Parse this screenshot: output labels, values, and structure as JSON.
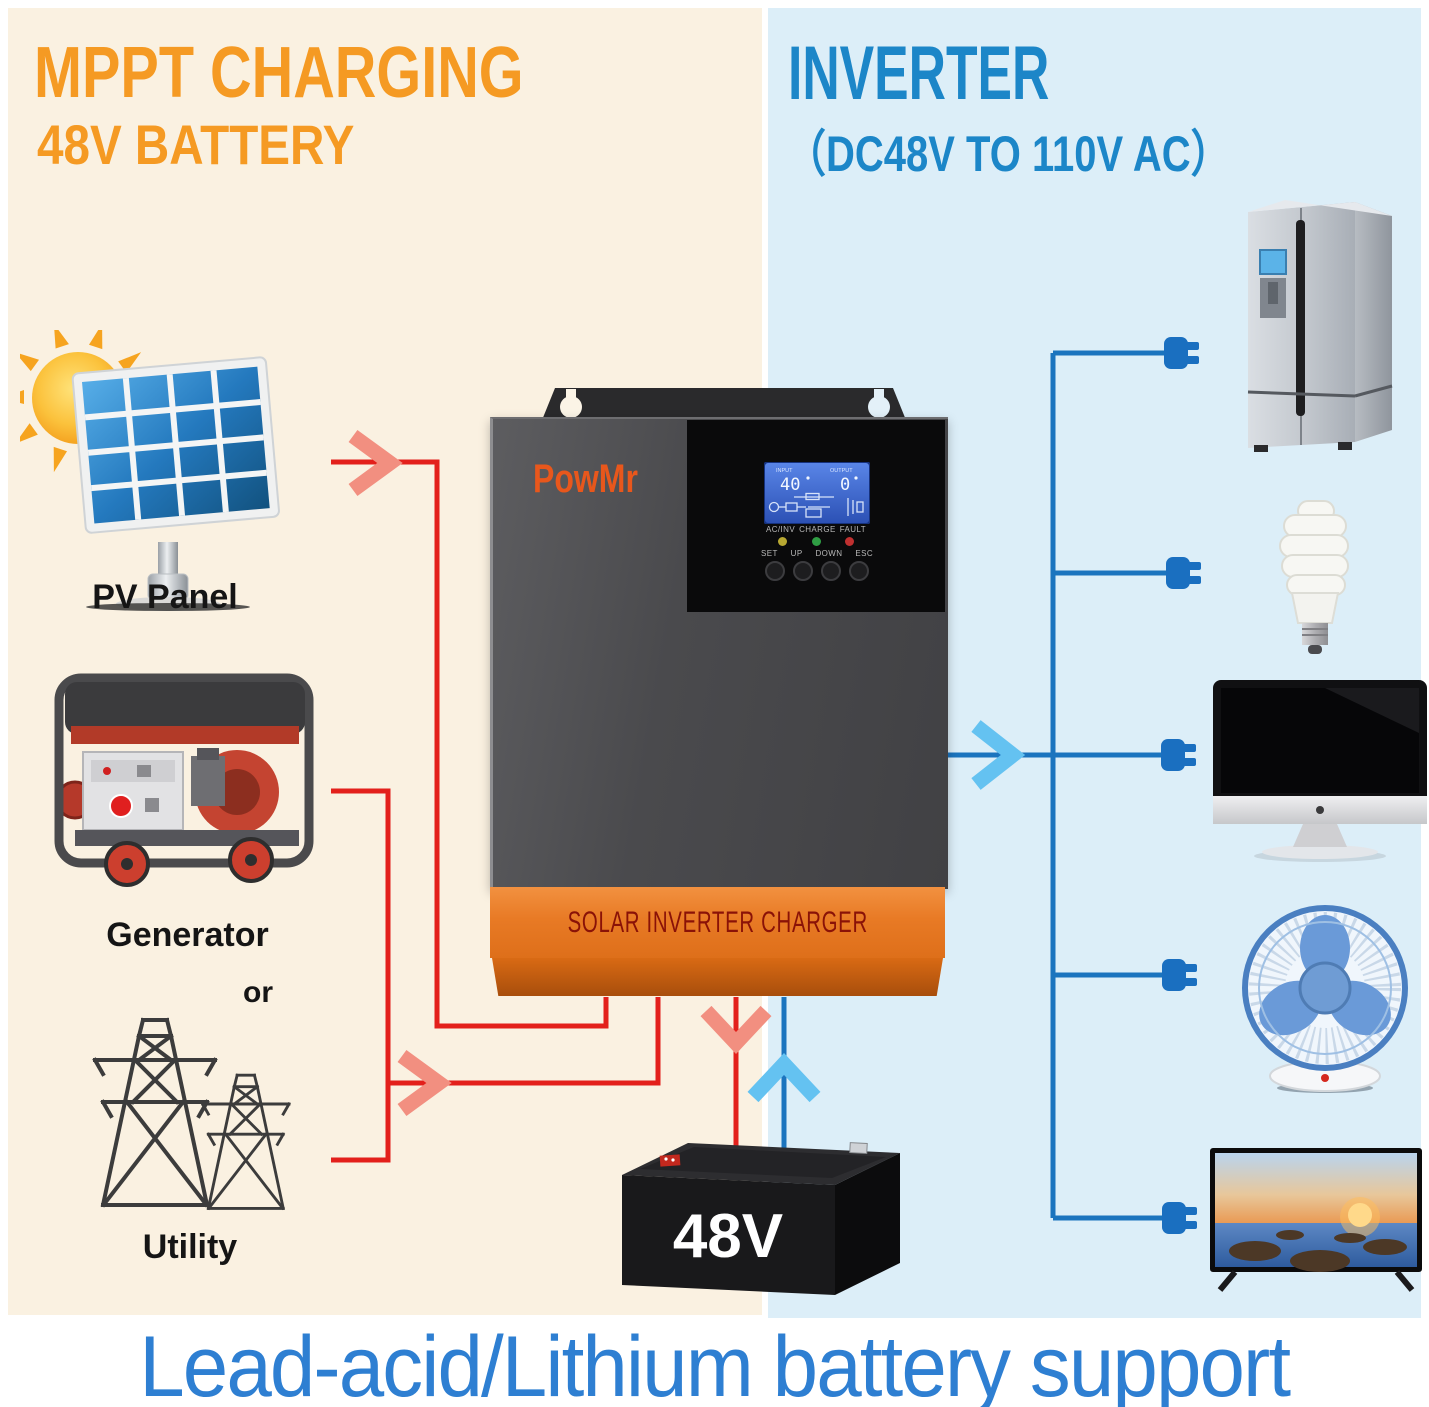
{
  "left_panel": {
    "title": "MPPT CHARGING",
    "subtitle": "48V BATTERY"
  },
  "right_panel": {
    "title": "INVERTER",
    "subtitle": "（DC48V TO 110V AC）"
  },
  "sources": [
    {
      "icon": "solar-panel-with-sun",
      "label": "PV Panel"
    },
    {
      "icon": "portable-generator",
      "label": "Generator"
    },
    {
      "icon": "transmission-towers",
      "label": "Utility"
    }
  ],
  "or_label": "or",
  "inverter": {
    "brand": "PowMr",
    "band_label": "SOLAR INVERTER CHARGER",
    "lcd": {
      "input_label": "INPUT",
      "input_value": "40",
      "output_label": "OUTPUT",
      "output_value": "0"
    },
    "leds": [
      "AC/INV",
      "CHARGE",
      "FAULT"
    ],
    "buttons": [
      "SET",
      "UP",
      "DOWN",
      "ESC"
    ]
  },
  "battery": {
    "label": "48V"
  },
  "appliances": [
    {
      "icon": "refrigerator"
    },
    {
      "icon": "cfl-bulb"
    },
    {
      "icon": "imac-monitor"
    },
    {
      "icon": "desk-fan"
    },
    {
      "icon": "tv"
    }
  ],
  "footer": {
    "text": "Lead-acid/Lithium battery support"
  },
  "colors": {
    "left_bg": "#FAF1E1",
    "right_bg": "#DCEEF8",
    "orange_heading": "#F59A23",
    "blue_heading": "#1C86C8",
    "red_line": "#E3201B",
    "salmon_arrow": "#F28F80",
    "blue_line": "#1B74BE",
    "light_blue_arrow": "#64C2F1",
    "inverter_band": "#E87A25",
    "logo_orange": "#E8571C",
    "footer_blue": "#2E7FD2"
  }
}
